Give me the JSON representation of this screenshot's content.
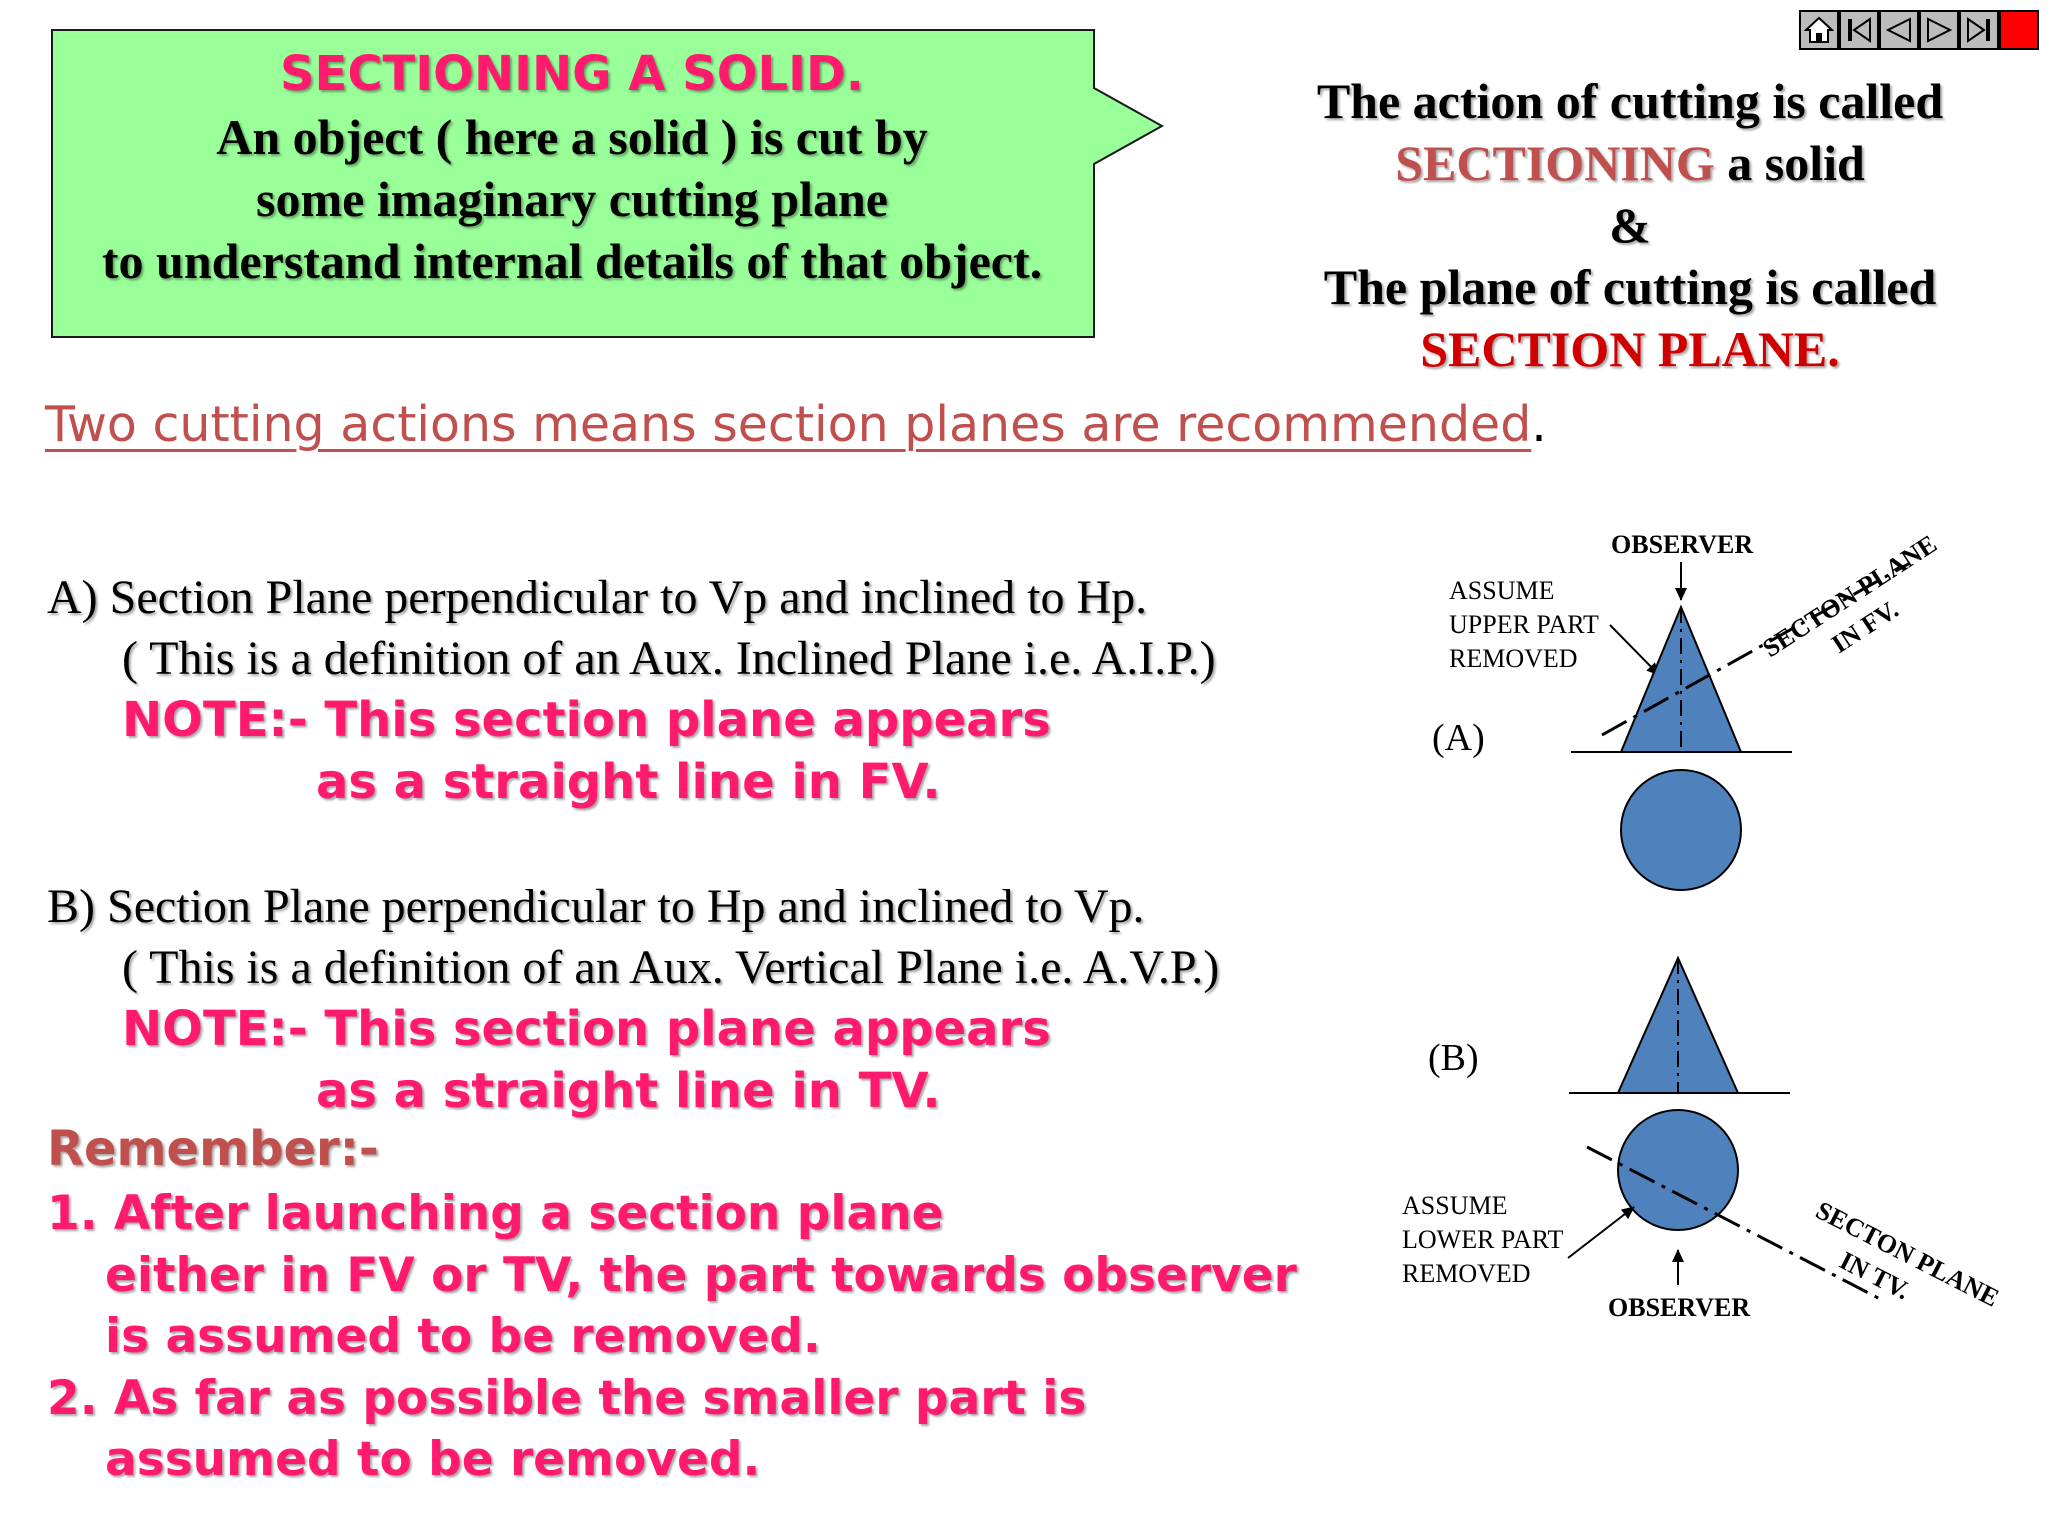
{
  "callout": {
    "title": "SECTIONING A SOLID.",
    "lines": [
      "An object ( here a solid ) is cut by",
      "some imaginary cutting plane",
      "to understand internal details of that object."
    ],
    "fill_color": "#99ff99"
  },
  "definition": {
    "line1": "The action of cutting is called",
    "term1": "SECTIONING",
    "line2_rest": " a solid",
    "amp": "&",
    "line3": "The plane of cutting is called",
    "term2": "SECTION PLANE."
  },
  "nav": {
    "home_icon": "home-icon",
    "first_icon": "first-slide-icon",
    "prev_icon": "previous-slide-icon",
    "next_icon": "next-slide-icon",
    "last_icon": "last-slide-icon",
    "end_icon": "end-show-icon"
  },
  "subheading": {
    "text": "Two cutting actions means section planes are recommended",
    "period": "."
  },
  "section_a": {
    "line1": "A)  Section Plane perpendicular to Vp and inclined to Hp.",
    "line2": "( This is a definition of an Aux. Inclined Plane i.e. A.I.P.)",
    "note1": "NOTE:- This section plane appears",
    "note2": "as a straight line in FV."
  },
  "section_b": {
    "line1": "B)  Section Plane perpendicular to Hp and inclined to Vp.",
    "line2": "( This is a definition of an Aux. Vertical Plane i.e. A.V.P.)",
    "note1": "NOTE:- This section plane appears",
    "note2": "as a straight line in TV."
  },
  "remember": {
    "heading": "Remember:-",
    "items": [
      "1. After launching a section plane",
      "either in FV or TV, the part towards observer",
      "is assumed to be removed.",
      "2. As far as possible the smaller part is",
      "assumed to be removed."
    ]
  },
  "diagram": {
    "shape_color": "#4f81bd",
    "a": {
      "label": "(A)",
      "observer": "OBSERVER",
      "assume": [
        "ASSUME",
        "UPPER PART",
        "REMOVED"
      ],
      "plane_label": [
        "SECTON PLANE",
        "IN FV."
      ]
    },
    "b": {
      "label": "(B)",
      "observer": "OBSERVER",
      "assume": [
        "ASSUME",
        "LOWER PART",
        "REMOVED"
      ],
      "plane_label": [
        "SECTON PLANE",
        "IN TV."
      ]
    }
  }
}
